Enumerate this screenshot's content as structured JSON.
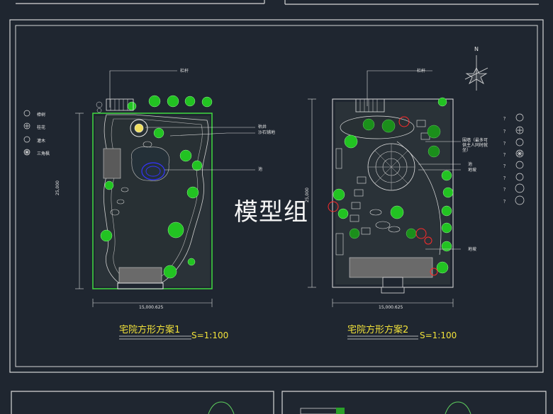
{
  "watermark": "模型组",
  "north_label": "N",
  "plan1": {
    "title": "宅院方形方案1",
    "scale": "S=1:100",
    "label_fence": "栏杆",
    "label_well": "枯井",
    "label_sand": "沙石铺地",
    "label_pond": "池",
    "dim_width": "15,000.625",
    "dim_height": "25,000"
  },
  "plan2": {
    "title": "宅院方形方案2",
    "scale": "S=1:100",
    "label_fence": "栏杆",
    "label_wall": "围墙（最多可供主人同时就坐）",
    "label_pond": "池",
    "label_slope": "地坡",
    "label_slope2": "地坡",
    "dim_width": "15,000.625",
    "dim_height": "25,000"
  },
  "legend_left": [
    "樟树",
    "桂花",
    "灌木",
    "三角枫"
  ],
  "legend_right_marks": [
    "？",
    "？",
    "？",
    "？",
    "？",
    "？",
    "？",
    "？"
  ]
}
